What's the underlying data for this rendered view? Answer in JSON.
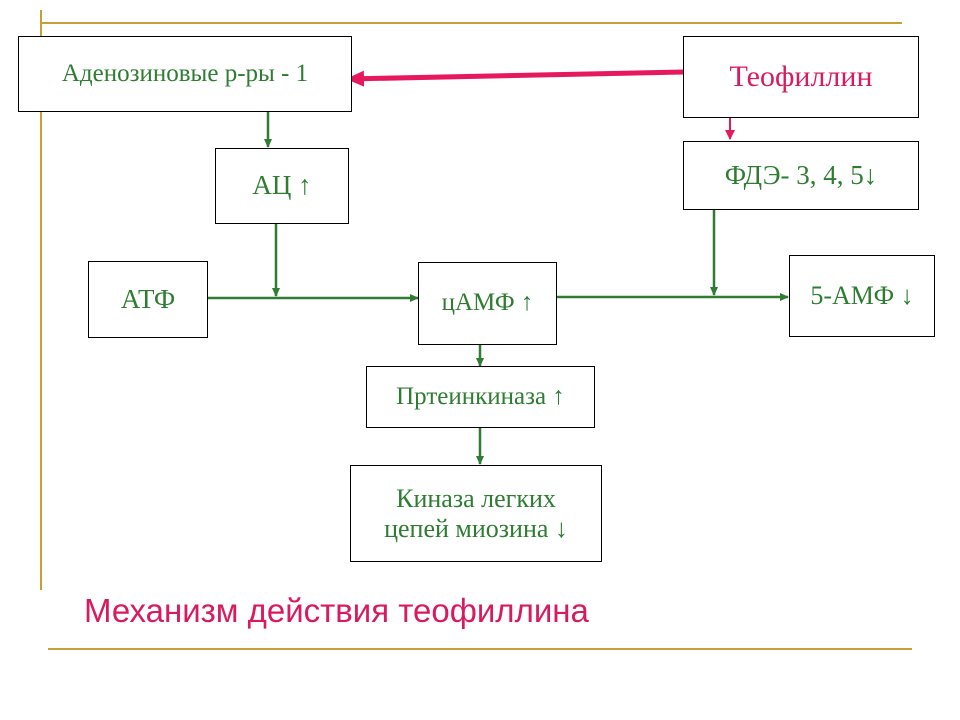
{
  "nodes": {
    "adenosine": "Аденозиновые р-ры - 1",
    "theophylline": "Теофиллин",
    "ac": "АЦ ↑",
    "pde": "ФДЭ- 3, 4, 5↓",
    "atp": "АТФ",
    "camp": "цАМФ ↑",
    "amp5": "5-АМФ ↓",
    "proteinkinase": "Пртеинкиназа ↑",
    "mlck_line1": "Киназа легких",
    "mlck_line2": "цепей миозина ↓"
  },
  "caption": "Механизм действия теофиллина",
  "colors": {
    "text_green": "#2e7d32",
    "accent_pink": "#d81b60",
    "rule_gold": "#c8a032"
  }
}
